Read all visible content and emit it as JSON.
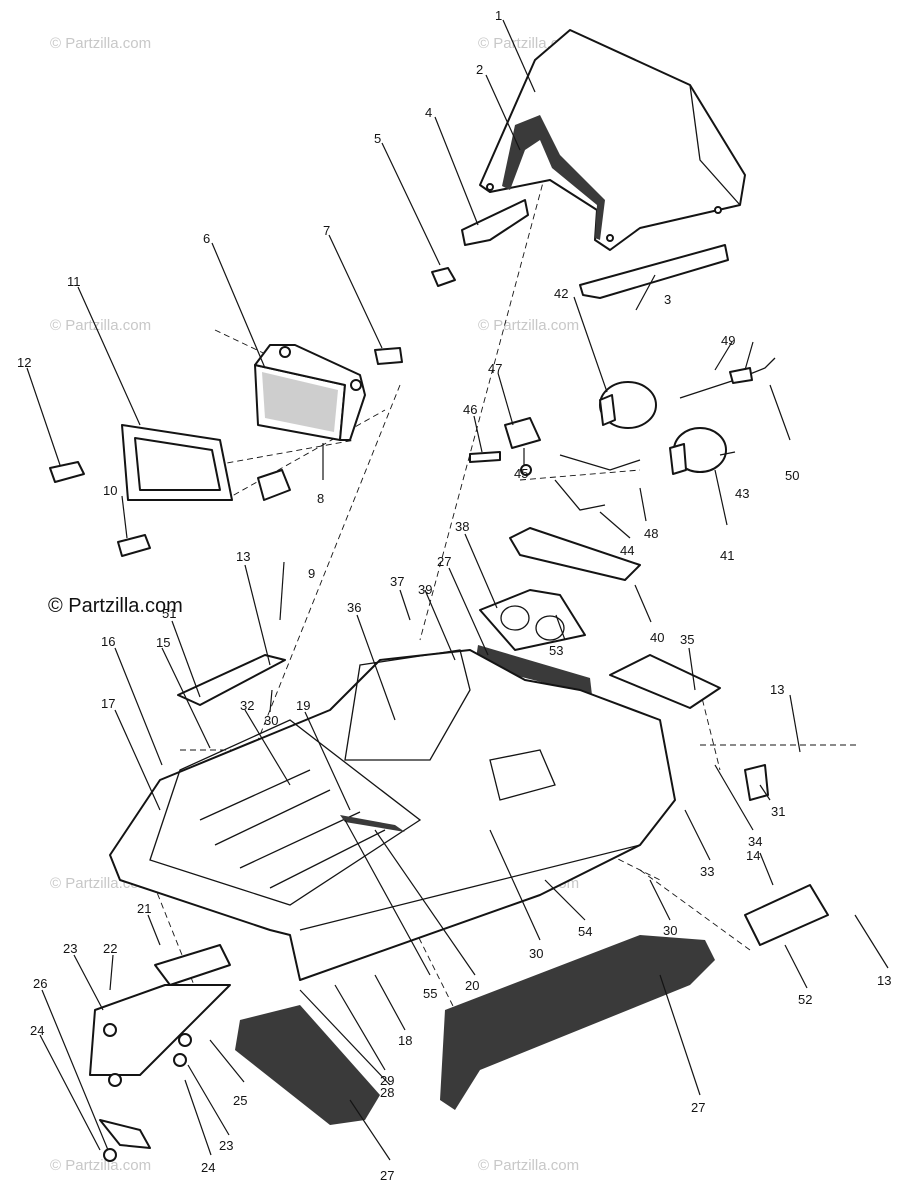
{
  "watermark": {
    "faint_text": "© Partzilla.com",
    "main_text": "© Partzilla.com"
  },
  "callouts": {
    "c1": "1",
    "c2": "2",
    "c3": "3",
    "c4": "4",
    "c5": "5",
    "c6": "6",
    "c7": "7",
    "c8": "8",
    "c9": "9",
    "c10": "10",
    "c11": "11",
    "c12": "12",
    "c13a": "13",
    "c13b": "13",
    "c13c": "13",
    "c14": "14",
    "c15": "15",
    "c16": "16",
    "c17": "17",
    "c18": "18",
    "c19": "19",
    "c20": "20",
    "c21": "21",
    "c22": "22",
    "c23a": "23",
    "c23b": "23",
    "c24a": "24",
    "c24b": "24",
    "c25": "25",
    "c26": "26",
    "c27a": "27",
    "c27b": "27",
    "c27c": "27",
    "c28": "28",
    "c29": "29",
    "c30a": "30",
    "c30b": "30",
    "c30c": "30",
    "c31": "31",
    "c32": "32",
    "c33": "33",
    "c34": "34",
    "c35": "35",
    "c36": "36",
    "c37": "37",
    "c38": "38",
    "c39": "39",
    "c40": "40",
    "c41": "41",
    "c42": "42",
    "c43": "43",
    "c44": "44",
    "c45": "45",
    "c46": "46",
    "c47": "47",
    "c48": "48",
    "c49": "49",
    "c50": "50",
    "c51": "51",
    "c52": "52",
    "c53": "53",
    "c54": "54",
    "c55": "55"
  }
}
